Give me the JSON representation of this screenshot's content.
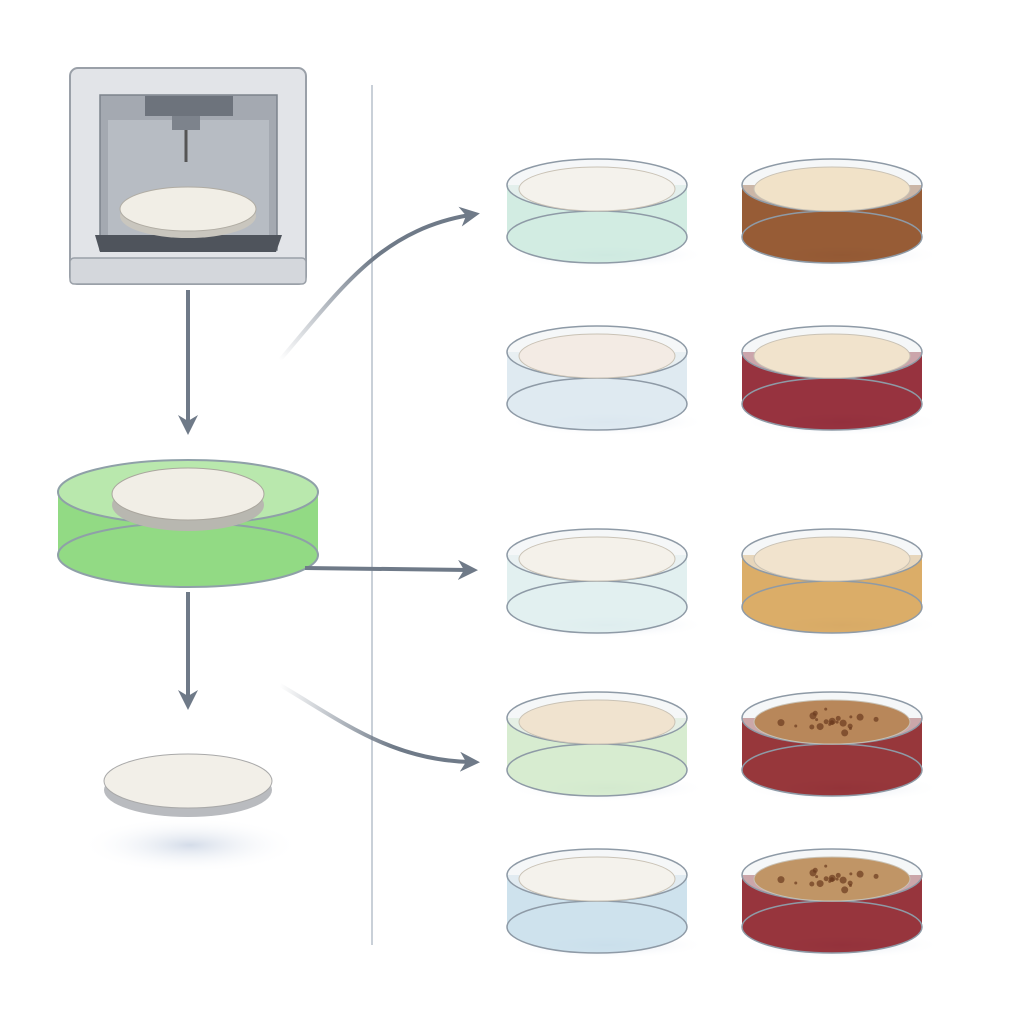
{
  "printer": {
    "icon": "3d-printer-icon",
    "frame_color": "#dfe1e5",
    "window_color": "#9ea3ab",
    "disc_color": "#f1eee6"
  },
  "source_dish": {
    "icon": "petri-dish-icon",
    "medium_color": "#7fd36f",
    "disc_color": "#f1eee6"
  },
  "loose_disc": {
    "icon": "disc-icon",
    "color": "#f2efe8"
  },
  "arrow_color": "#6f7a88",
  "divider_color": "#b7c0cc",
  "dishes": [
    {
      "row": 1,
      "column": 1,
      "medium_color": "#cdeadf",
      "top_color": "#f4f2ec",
      "speckled": false
    },
    {
      "row": 1,
      "column": 2,
      "medium_color": "#8c4a20",
      "top_color": "#f1e2c8",
      "speckled": false
    },
    {
      "row": 2,
      "column": 1,
      "medium_color": "#dce8f0",
      "top_color": "#f3ebe4",
      "speckled": false
    },
    {
      "row": 2,
      "column": 2,
      "medium_color": "#8c1d2a",
      "top_color": "#f1e3cc",
      "speckled": false
    },
    {
      "row": 3,
      "column": 1,
      "medium_color": "#dfeeee",
      "top_color": "#f4f1ea",
      "speckled": false
    },
    {
      "row": 3,
      "column": 2,
      "medium_color": "#d7a458",
      "top_color": "#f1e3cd",
      "speckled": false
    },
    {
      "row": 4,
      "column": 1,
      "medium_color": "#d3eacb",
      "top_color": "#f0e3cf",
      "speckled": false
    },
    {
      "row": 4,
      "column": 2,
      "medium_color": "#8c2126",
      "top_color": "#b8875a",
      "speckled": true
    },
    {
      "row": 5,
      "column": 1,
      "medium_color": "#c9dfeb",
      "top_color": "#f4f2ec",
      "speckled": false
    },
    {
      "row": 5,
      "column": 2,
      "medium_color": "#8c1f28",
      "top_color": "#c09566",
      "speckled": true
    }
  ]
}
